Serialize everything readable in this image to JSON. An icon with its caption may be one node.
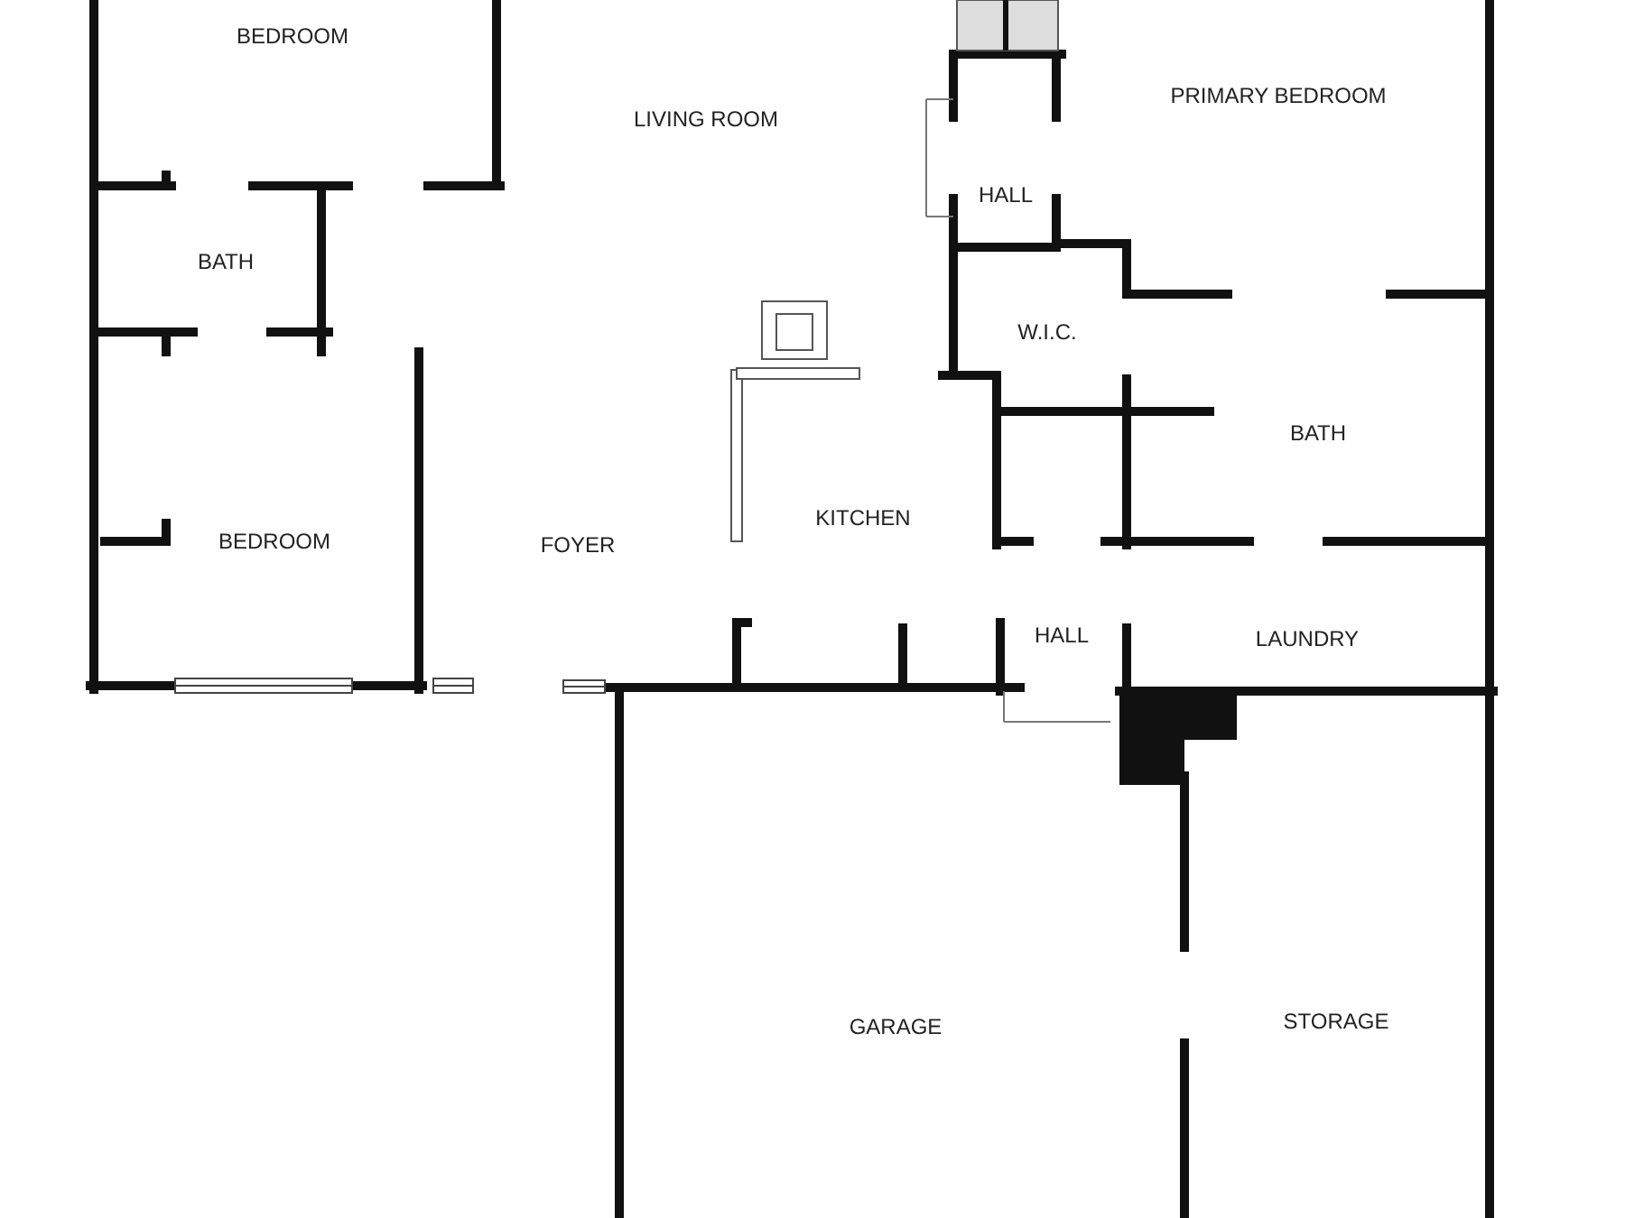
{
  "diagram": {
    "labels": [
      "BEDROOM",
      "PRIMARY BEDROOM",
      "LIVING ROOM",
      "HALL",
      "BATH",
      "W.I.C.",
      "BATH",
      "KITCHEN",
      "BEDROOM",
      "FOYER",
      "HALL",
      "LAUNDRY",
      "STORAGE",
      "GARAGE"
    ]
  }
}
